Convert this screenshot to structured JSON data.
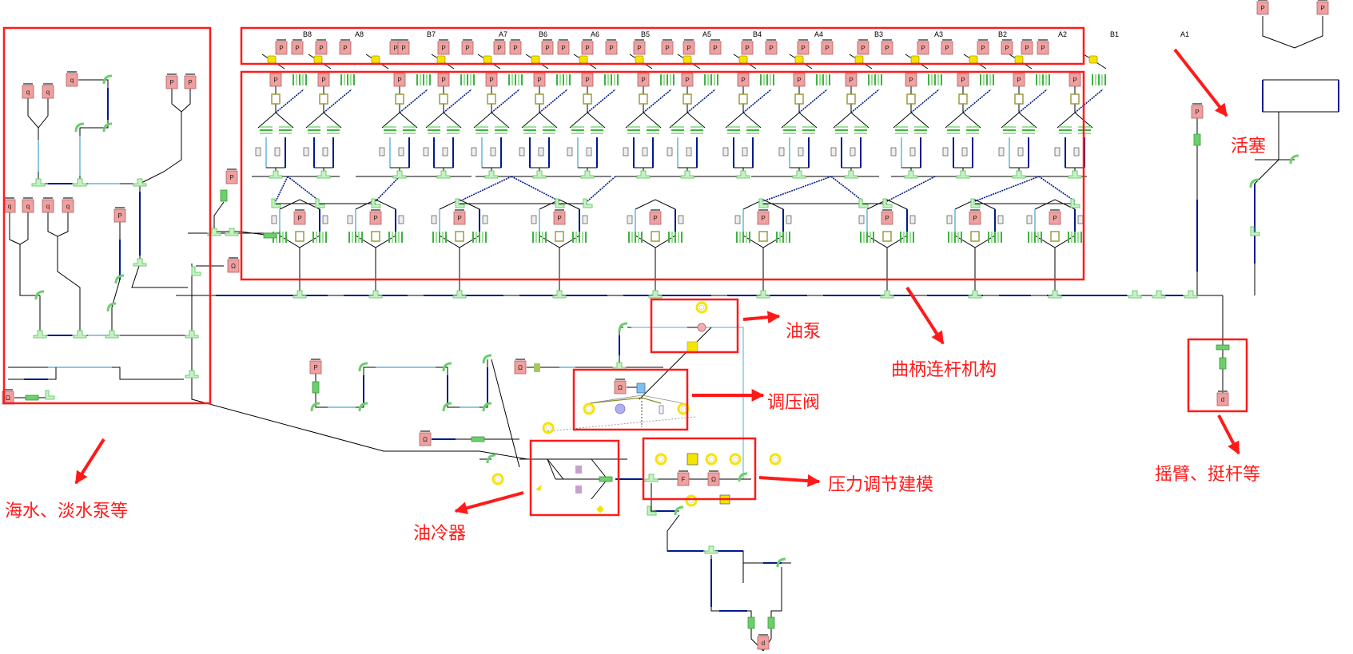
{
  "diagram": {
    "title": "Marine diesel engine lubrication oil system schematic",
    "colors": {
      "annotation": "#ff1a1a",
      "pipe_dark": "#001a8c",
      "pipe_light": "#8cc8e0",
      "wire": "#000000",
      "source_block": "#f0a0a0",
      "fitting": "#6ccf6c",
      "sensor_ring": "#f5e400"
    },
    "cylinder_labels": [
      "B8",
      "A8",
      "B7",
      "A7",
      "B6",
      "A6",
      "B5",
      "A5",
      "B4",
      "A4",
      "B3",
      "A3",
      "B2",
      "A2",
      "B1",
      "A1"
    ],
    "annotations": [
      {
        "id": "piston",
        "label": "活塞"
      },
      {
        "id": "crank",
        "label": "曲柄连杆机构"
      },
      {
        "id": "rocker",
        "label": "摇臂、挺杆等"
      },
      {
        "id": "sea_fresh_pump",
        "label": "海水、淡水泵等"
      },
      {
        "id": "oil_pump",
        "label": "油泵"
      },
      {
        "id": "pressure_valve",
        "label": "调压阀"
      },
      {
        "id": "pressure_model",
        "label": "压力调节建模"
      },
      {
        "id": "oil_cooler",
        "label": "油冷器"
      }
    ],
    "block_glyphs": {
      "pressure_source": "P",
      "flow_source": "q",
      "tank": "d",
      "pump": "Ω"
    }
  }
}
